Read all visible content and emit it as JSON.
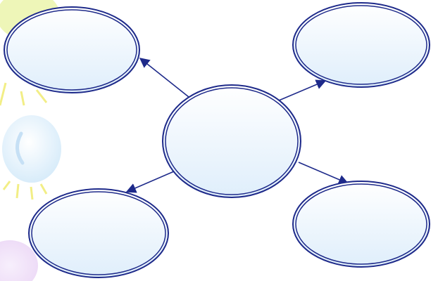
{
  "diagram": {
    "type": "spider-map",
    "center": {
      "label": ""
    },
    "branches": [
      {
        "position": "top-left",
        "label": ""
      },
      {
        "position": "top-right",
        "label": ""
      },
      {
        "position": "bottom-left",
        "label": ""
      },
      {
        "position": "bottom-right",
        "label": ""
      }
    ]
  },
  "colors": {
    "outline": "#1e2a8a",
    "fill_top": "#ffffff",
    "fill_bottom": "#dfeefb",
    "arrow": "#1e2a8a",
    "decor_yellow": "#eef6b8",
    "decor_blue": "#d8ecfa",
    "decor_purple": "#ecd8f6",
    "decor_rays": "#f2ee86"
  }
}
